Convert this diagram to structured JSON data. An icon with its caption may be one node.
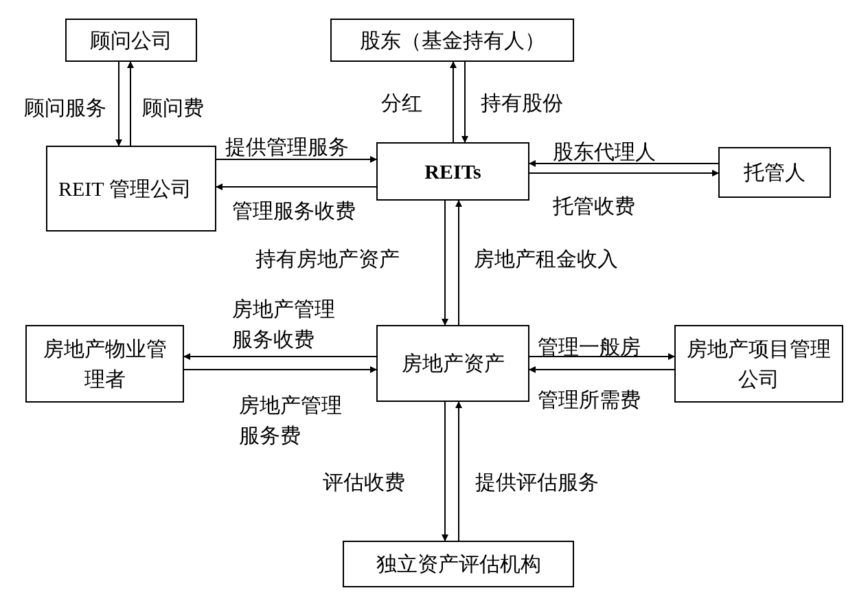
{
  "diagram": {
    "nodes": [
      {
        "text": [
          "顾问公司"
        ]
      },
      {
        "text": [
          "股东（基金持有人）"
        ]
      },
      {
        "text": [
          "REIT 管理公司"
        ]
      },
      {
        "text": [
          "REITs"
        ]
      },
      {
        "text": [
          "托管人"
        ]
      },
      {
        "text": [
          "房地产物业管理者"
        ]
      },
      {
        "text": [
          "房地产资产"
        ]
      },
      {
        "text": [
          "房地产项目管理公司"
        ]
      },
      {
        "text": [
          "独立资产评估机构"
        ]
      }
    ],
    "edges": [
      {
        "from": 0,
        "to": 2,
        "arrow": "to",
        "label": "顾问服务"
      },
      {
        "from": 2,
        "to": 0,
        "arrow": "to",
        "label": "顾问费"
      },
      {
        "from": 3,
        "to": 1,
        "arrow": "to",
        "label": "分红"
      },
      {
        "from": 1,
        "to": 3,
        "arrow": "to",
        "label": "持有股份"
      },
      {
        "from": 2,
        "to": 3,
        "arrow": "to",
        "label": "提供管理服务"
      },
      {
        "from": 3,
        "to": 2,
        "arrow": "to",
        "label": "管理服务收费"
      },
      {
        "from": 4,
        "to": 3,
        "arrow": "to",
        "label": "股东代理人"
      },
      {
        "from": 3,
        "to": 4,
        "arrow": "to",
        "label": "托管收费"
      },
      {
        "from": 3,
        "to": 6,
        "arrow": "to",
        "label": "持有房地产资产"
      },
      {
        "from": 6,
        "to": 3,
        "arrow": "to",
        "label": "房地产租金收入"
      },
      {
        "from": 6,
        "to": 5,
        "arrow": "to",
        "label": "房地产管理服务收费"
      },
      {
        "from": 5,
        "to": 6,
        "arrow": "to",
        "label": "房地产管理服务费"
      },
      {
        "from": 6,
        "to": 7,
        "arrow": "to",
        "label": "管理一般房"
      },
      {
        "from": 7,
        "to": 6,
        "arrow": "to",
        "label": "管理所需费"
      },
      {
        "from": 6,
        "to": 8,
        "arrow": "to",
        "label": "评估收费"
      },
      {
        "from": 8,
        "to": 6,
        "arrow": "to",
        "label": "提供评估服务"
      }
    ]
  }
}
